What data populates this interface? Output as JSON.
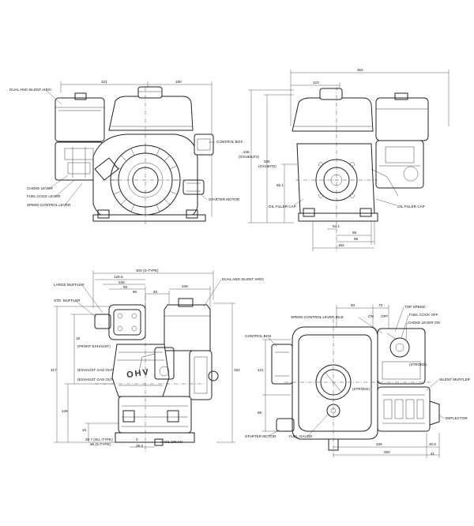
{
  "labels": {
    "dual_silent_1": "DUAL AND SILENT AIR/C",
    "control_box_1": "CONTROL BOX",
    "choke_lever": "CHOKE LEVER",
    "fuel_cock_lever": "FUEL COCK LEVER",
    "speed_control_lever": "SPEED CONTROL LEVER",
    "starter_motor_1": "STARTER MOTOR",
    "oil_filler_left": "OIL FILLER CAP",
    "oil_filler_right": "OIL FILLER CAP",
    "large_muffler": "LARGE MUFFLER",
    "std_muffler": "STD. MUFFLER",
    "dual_silent_2": "DUAL AND SILENT AIR/C",
    "oil_drain": "OIL DRAIN",
    "top_speed": "TOP SPEED",
    "speed_control_idle": "SPEED CONTROL LEVER IDLE",
    "on": "ON",
    "off": "OFF",
    "fuel_cock_off": "FUEL COCK OFF",
    "choke_lever_on": "CHOKE LEVER ON",
    "control_box_2": "CONTROL BOX",
    "stroke_1": "(STROKE)",
    "stroke_2": "(STROKE)",
    "silent_muffler": "SILENT MUFFLER",
    "deflector": "DEFLECTOR",
    "starter_motor_2": "STARTER MOTOR",
    "fuel_gauge": "FUEL GAUGE",
    "engine_brand": "OHV"
  },
  "dims": {
    "d221": "221",
    "d180": "180",
    "d362": "362",
    "d123": "123",
    "d346": "346",
    "d346sub": "(GX160UT2)",
    "d335": "335",
    "d335sub": "(GX160T2)",
    "d651": "65.1",
    "d631": "63.1",
    "d88": "88",
    "d99": "99",
    "d162": "162",
    "d304": "304 (S-TYPE)",
    "d1265": "126.5",
    "d106a": "106",
    "d93": "93",
    "d80": "80",
    "d40": "40",
    "d106b": "106",
    "d317": "317",
    "d332": "332",
    "d126": "126",
    "d23": "23",
    "d18": "18",
    "d207": "20.7 (W,L-TYPE)",
    "d36": "36 (S-TYPE)",
    "d0": "0",
    "d39": "39.0",
    "d83": "83",
    "d73": "73",
    "d121": "121",
    "d88b": "88",
    "d239": "239",
    "d206": "20.6",
    "d250": "250",
    "d41": "41",
    "exh1": "(FRONT EXHAUST)",
    "exh2": "(EXHAUST GAS OUT STD.)",
    "exh3": "(EXHAUST GAS OUT LARGE)"
  }
}
